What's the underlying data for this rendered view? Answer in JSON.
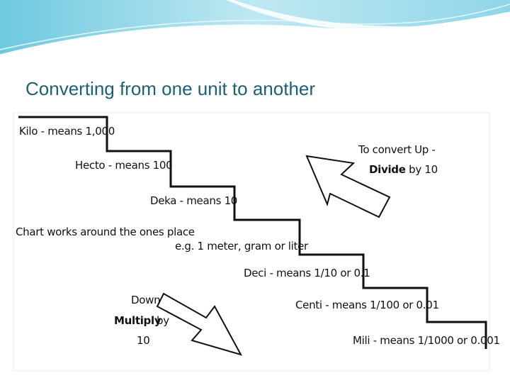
{
  "slide": {
    "title": "Converting from one unit to another"
  },
  "diagram": {
    "steps": [
      {
        "label": "Kilo - means 1,000"
      },
      {
        "label": "Hecto - means 100"
      },
      {
        "label": "Deka - means 10"
      },
      {
        "label": "Chart works around the ones place"
      },
      {
        "label": "e.g. 1 meter, gram or liter"
      },
      {
        "label": "Deci - means 1/10 or 0.1"
      },
      {
        "label": "Centi - means 1/100 or 0.01"
      },
      {
        "label": "Mili - means 1/1000 or 0.001"
      }
    ],
    "up_note": {
      "line1": "To convert Up -",
      "action": "Divide",
      "rest": " by 10"
    },
    "down_note": {
      "line1": "Down",
      "action": "Multiply",
      "by": "by",
      "number": "10"
    }
  },
  "colors": {
    "title": "#1f5f73",
    "banner_light": "#bfe8f2",
    "banner_dark": "#3ab0cf",
    "panel": "#f3f6f8"
  }
}
